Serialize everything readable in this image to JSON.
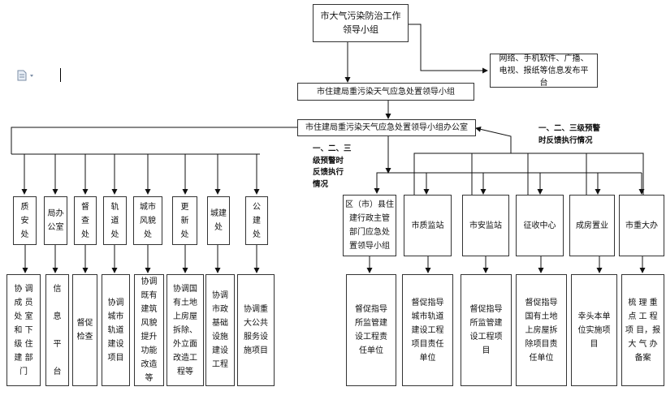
{
  "top": {
    "leader_group": "市大气污染防治工作领导小组",
    "media_platform": "网络、手机软件、广播、电视、报纸等信息发布平台",
    "housing_group": "市住建局重污染天气应急处置领导小组",
    "housing_office": "市住建局重污染天气应急处置领导小组办公室"
  },
  "notes": {
    "center": "一、二、三\n级预警时\n反馈执行\n情况",
    "right": "一、二、三级预警\n时反馈执行情况"
  },
  "left_units": [
    {
      "name": "质\n安\n处",
      "duty": "协 调\n成 员\n处 室\n和 下\n级 住\n建 部\n门"
    },
    {
      "name": "局办\n公室",
      "duty": "信\n\n息\n\n平\n\n台"
    },
    {
      "name": "督\n查\n处",
      "duty": "督促\n检查"
    },
    {
      "name": "轨\n道\n处",
      "duty": "协调\n城市\n轨道\n建设\n项目"
    },
    {
      "name": "城市\n风貌\n处",
      "duty": "协调\n既有\n建筑\n风貌\n提升\n功能\n改造\n等"
    },
    {
      "name": "更\n新\n处",
      "duty": "协调国\n有土地\n上房屋\n拆除、\n外立面\n改造工\n程等"
    },
    {
      "name": "城建\n处",
      "duty": "协调\n市政\n基础\n设施\n建设\n工程"
    },
    {
      "name": "公\n建\n处",
      "duty": "协调重\n大公共\n服务设\n施项目"
    }
  ],
  "right_units": [
    {
      "name": "区（市）县住\n建行政主管\n部门应急处\n置领导小组",
      "duty": "督促指导\n所监管建\n设工程责\n任单位"
    },
    {
      "name": "市质监站",
      "duty": "督促指导\n城市轨道\n建设工程\n项目责任\n单位"
    },
    {
      "name": "市安监站",
      "duty": "督促指导\n所监管建\n设工程项\n目"
    },
    {
      "name": "征收中心",
      "duty": "督促指导\n国有土地\n上房屋拆\n除项目责\n任单位"
    },
    {
      "name": "成房置业",
      "duty": "幸头本单\n位实施项\n目"
    },
    {
      "name": "市重大办",
      "duty": "梳 理 重\n点 工 程\n项 目，报\n大 气 办\n备案"
    }
  ]
}
